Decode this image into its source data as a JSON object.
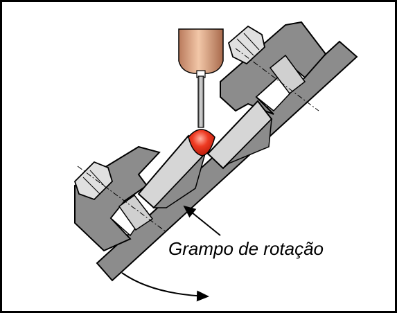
{
  "diagram": {
    "label": "Grampo de rotação",
    "colors": {
      "clamp_gray": "#8c8c8c",
      "plate_light": "#d6d6d6",
      "outline": "#000000",
      "torch_copper": "#d9a07e",
      "weld_red": "#e8321e"
    },
    "icons": [
      "welding-torch-nozzle",
      "bolt-nut",
      "rotation-arrow"
    ]
  }
}
